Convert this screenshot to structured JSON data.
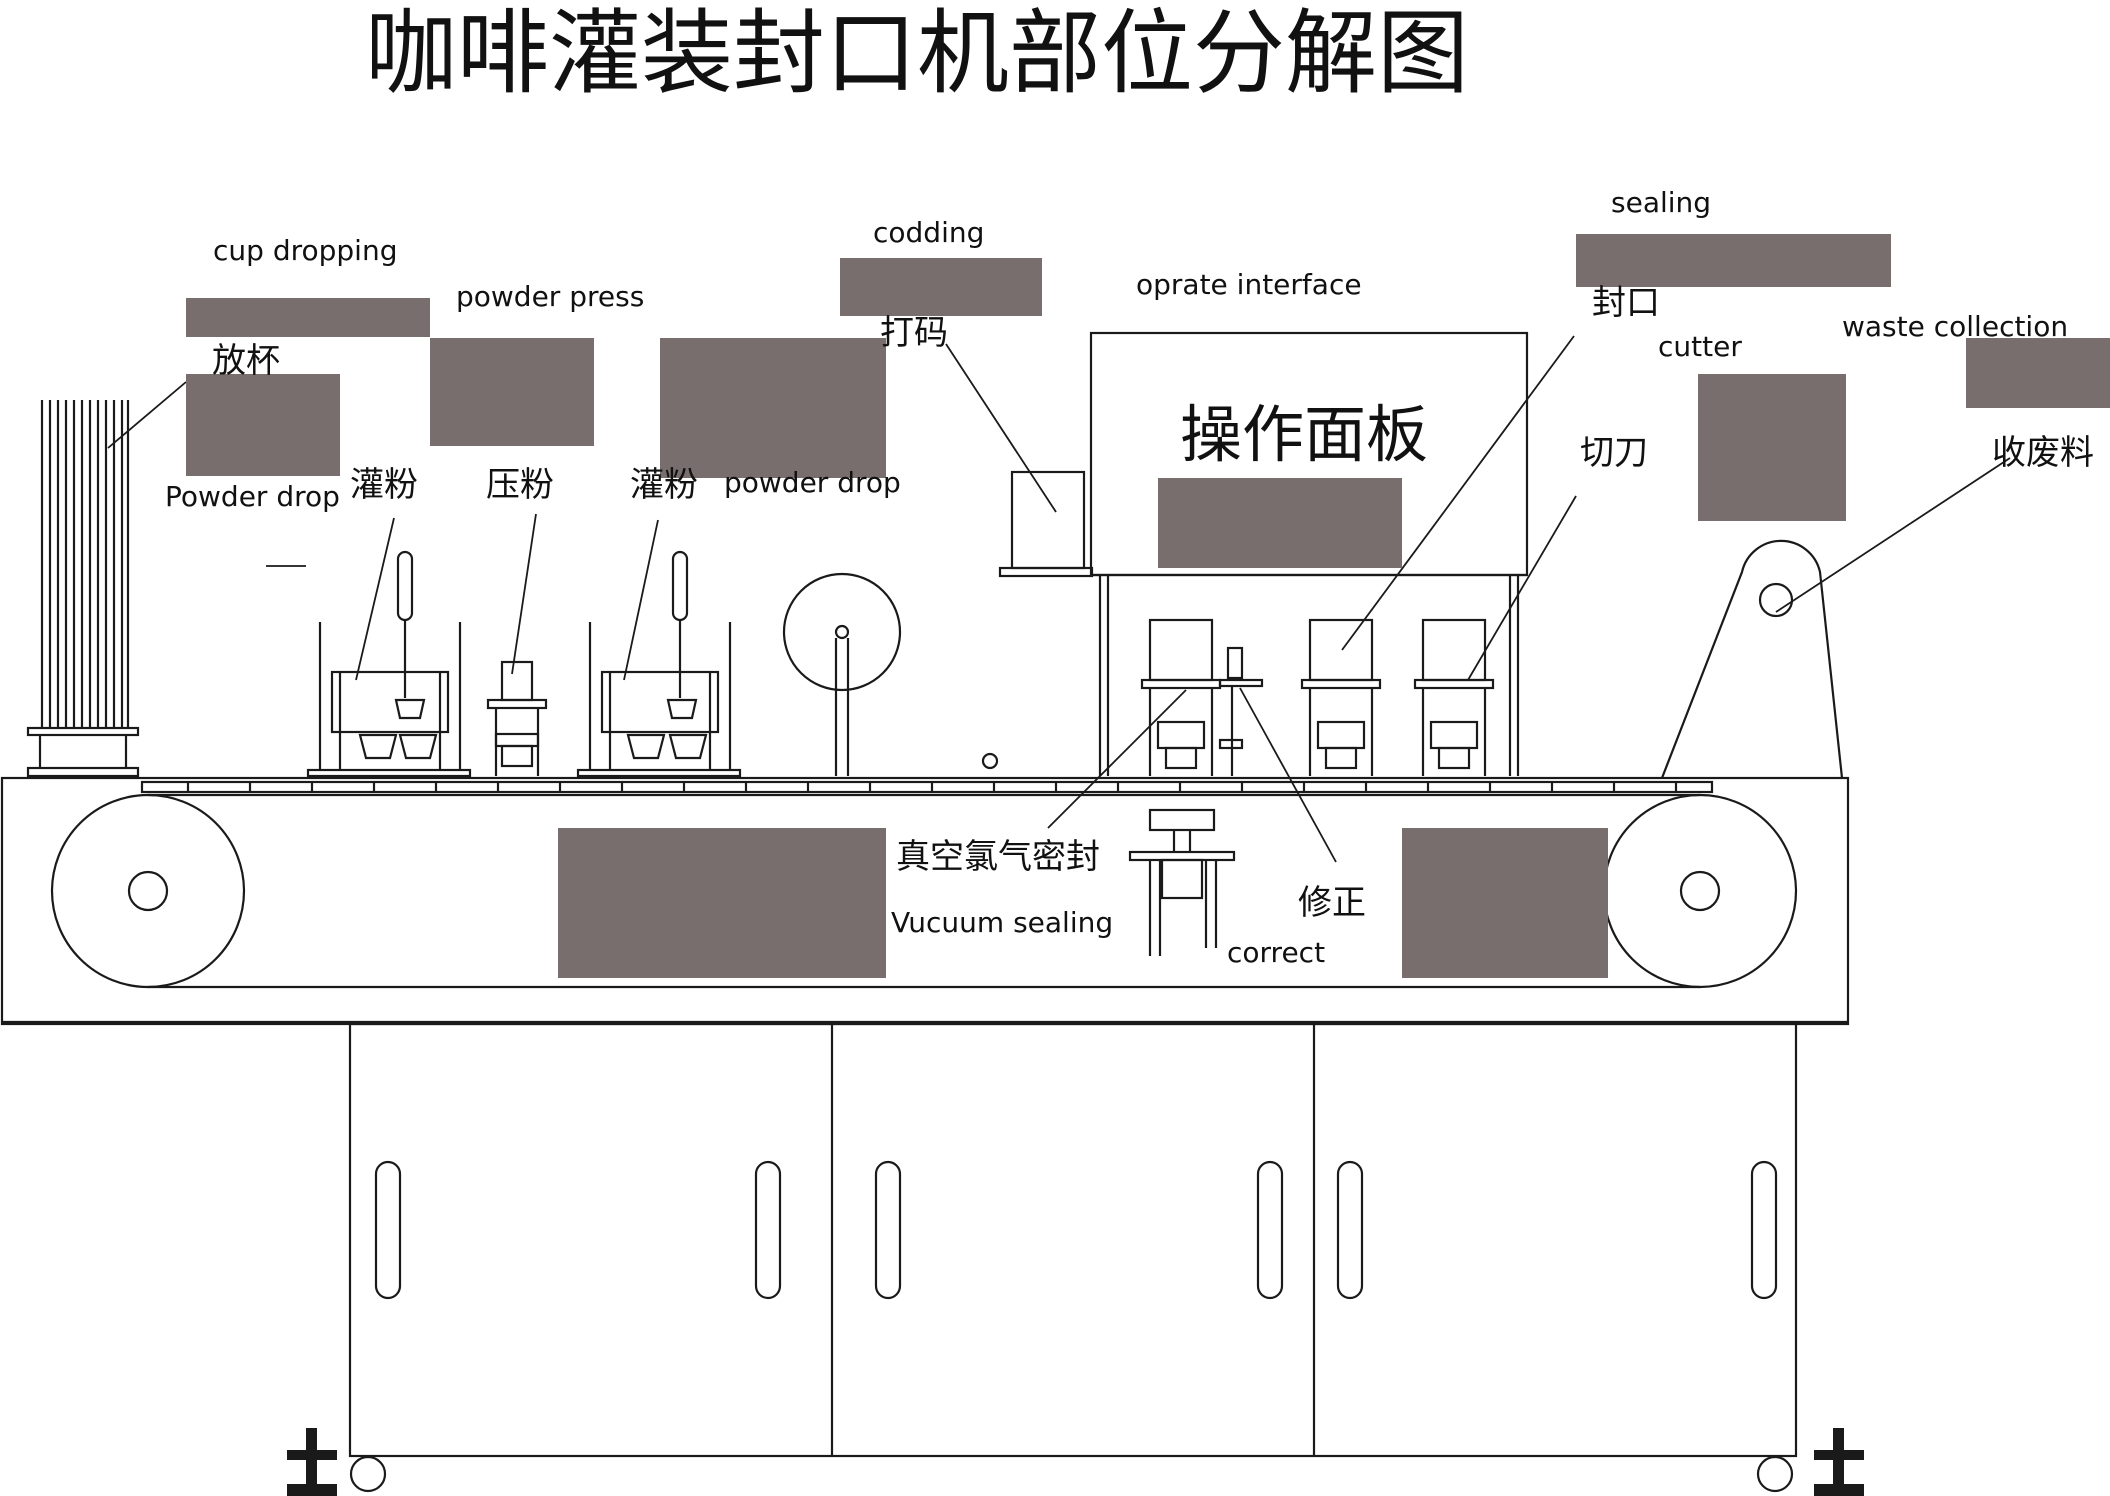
{
  "title": "咖啡灌装封口机部位分解图",
  "labels": {
    "cup_dropping_en": "cup dropping",
    "cup_dropping_cn": "放杯",
    "powder_press_en": "powder press",
    "powder_press_cn": "压粉",
    "powder_drop_en_1": "Powder drop",
    "powder_drop_cn_1": "灌粉",
    "powder_drop_en_2": "powder drop",
    "powder_drop_cn_2": "灌粉",
    "codding_en": "codding",
    "codding_cn": "打码",
    "operate_interface_en": "oprate interface",
    "operate_interface_cn": "操作面板",
    "sealing_en": "sealing",
    "sealing_cn": "封口",
    "cutter_en": "cutter",
    "cutter_cn": "切刀",
    "waste_collection_en": "waste collection",
    "waste_collection_cn": "收废料",
    "vacuum_sealing_en": "Vucuum sealing",
    "vacuum_sealing_cn": "真空氯气密封",
    "correct_en": "correct",
    "correct_cn": "修正"
  },
  "colors": {
    "line": "#1a1a1a",
    "redaction": "#786e6e",
    "background": "#ffffff"
  }
}
